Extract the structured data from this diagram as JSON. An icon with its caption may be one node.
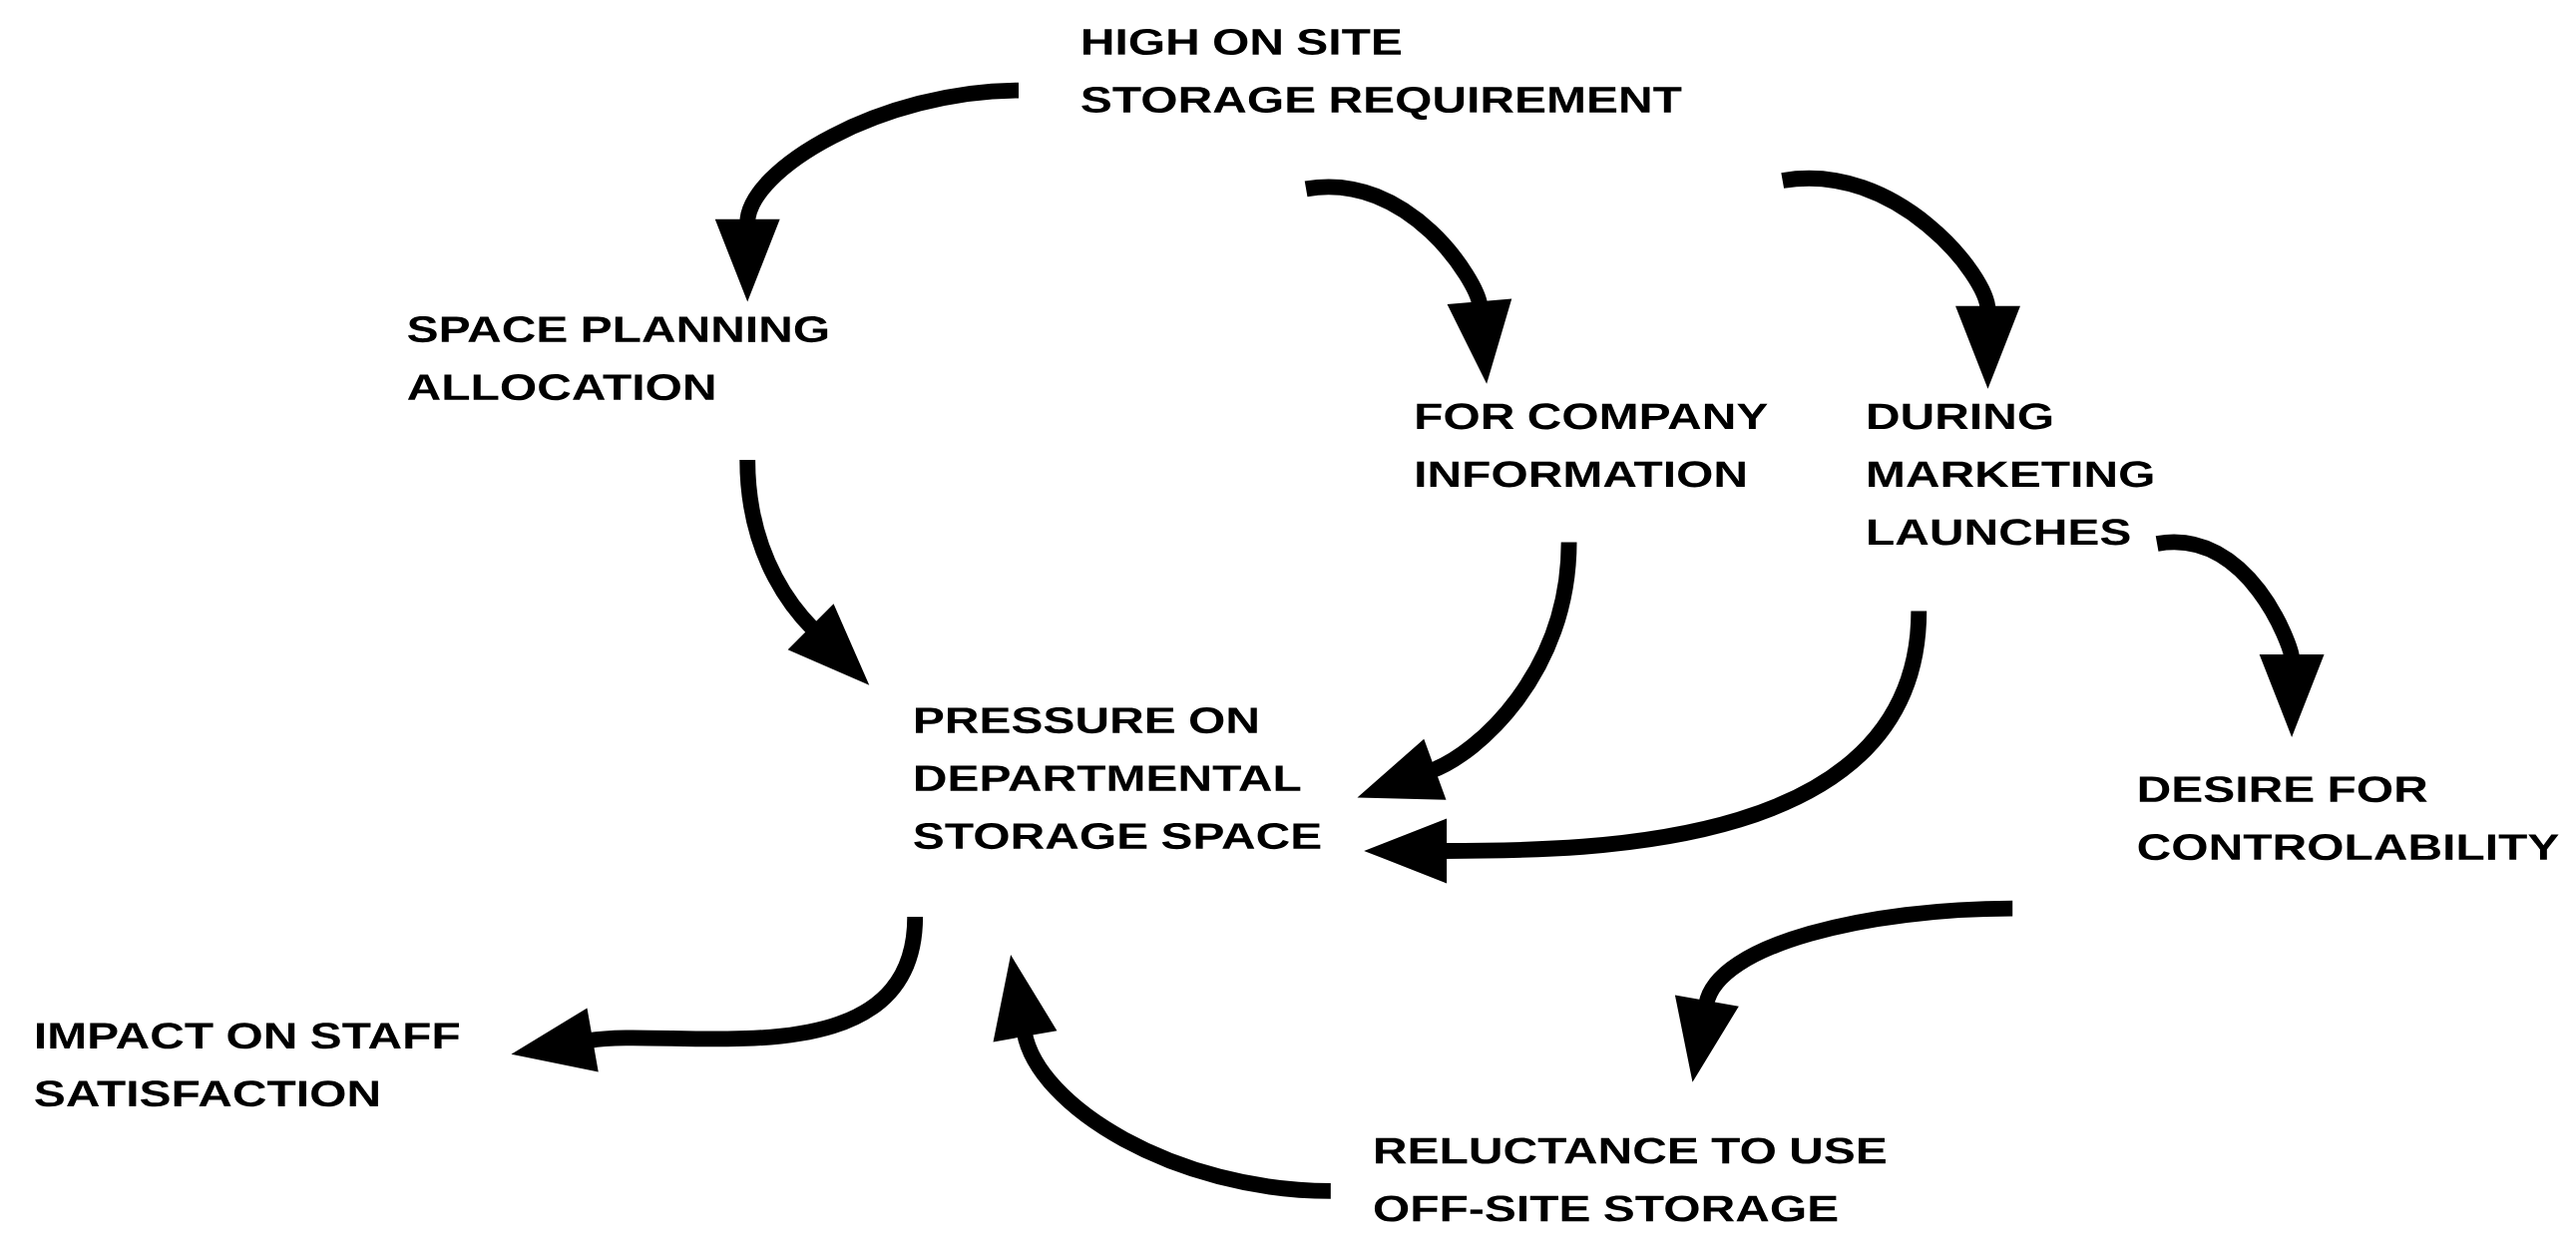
{
  "diagram": {
    "nodes": [
      {
        "text": [
          "HIGH ON SITE STORAGE REQUIREMENT"
        ]
      },
      {
        "text": [
          "SPACE PLANNING ALLOCATION"
        ]
      },
      {
        "text": [
          "FOR COMPANY INFORMATION"
        ]
      },
      {
        "text": [
          "DURING MARKETING LAUNCHES"
        ]
      },
      {
        "text": [
          "PRESSURE ON DEPARTMENTAL STORAGE SPACE"
        ]
      },
      {
        "text": [
          "DESIRE FOR CONTROLABILITY"
        ]
      },
      {
        "text": [
          "IMPACT ON STAFF SATISFACTION"
        ]
      },
      {
        "text": [
          "RELUCTANCE TO USE OFF-SITE STORAGE"
        ]
      }
    ],
    "edges": [
      {
        "from": 0,
        "to": 1,
        "arrow": "to"
      },
      {
        "from": 0,
        "to": 2,
        "arrow": "to"
      },
      {
        "from": 0,
        "to": 3,
        "arrow": "to"
      },
      {
        "from": 1,
        "to": 4,
        "arrow": "to"
      },
      {
        "from": 2,
        "to": 4,
        "arrow": "to"
      },
      {
        "from": 3,
        "to": 4,
        "arrow": "to"
      },
      {
        "from": 3,
        "to": 5,
        "arrow": "to"
      },
      {
        "from": 4,
        "to": 6,
        "arrow": "to"
      },
      {
        "from": 5,
        "to": 7,
        "arrow": "to"
      },
      {
        "from": 7,
        "to": 4,
        "arrow": "to"
      }
    ]
  }
}
